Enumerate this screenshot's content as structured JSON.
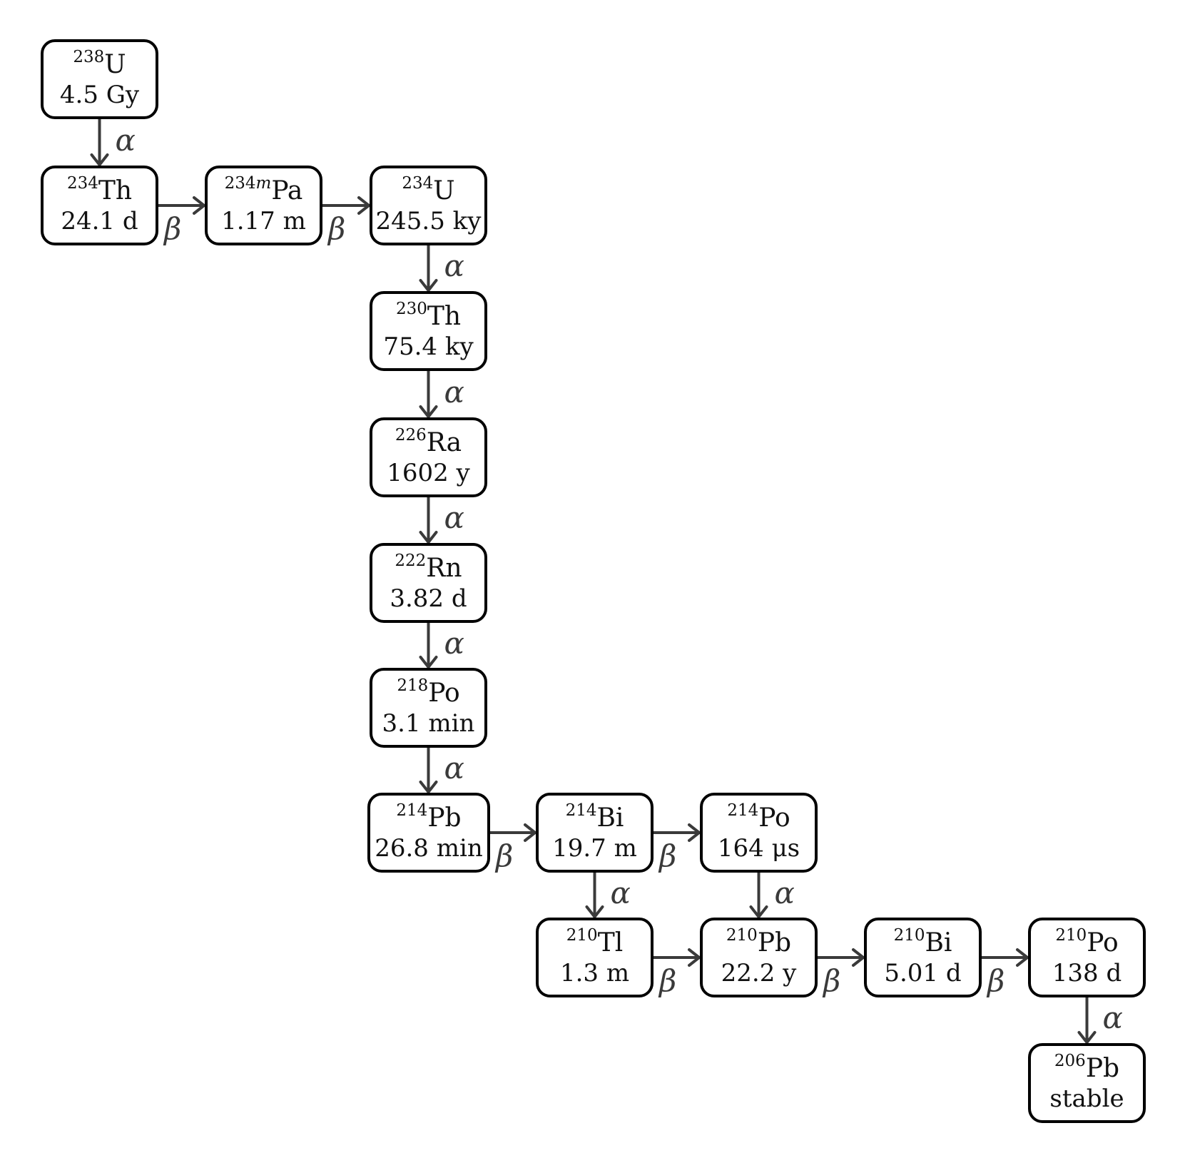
{
  "nodes": [
    {
      "id": "u238",
      "mass": "238",
      "element": "U",
      "halflife": "4.5 Gy"
    },
    {
      "id": "th234",
      "mass": "234",
      "element": "Th",
      "halflife": "24.1 d"
    },
    {
      "id": "pa234m",
      "mass": "234m",
      "element": "Pa",
      "halflife": "1.17 m"
    },
    {
      "id": "u234",
      "mass": "234",
      "element": "U",
      "halflife": "245.5 ky"
    },
    {
      "id": "th230",
      "mass": "230",
      "element": "Th",
      "halflife": "75.4 ky"
    },
    {
      "id": "ra226",
      "mass": "226",
      "element": "Ra",
      "halflife": "1602 y"
    },
    {
      "id": "rn222",
      "mass": "222",
      "element": "Rn",
      "halflife": "3.82 d"
    },
    {
      "id": "po218",
      "mass": "218",
      "element": "Po",
      "halflife": "3.1 min"
    },
    {
      "id": "pb214",
      "mass": "214",
      "element": "Pb",
      "halflife": "26.8 min"
    },
    {
      "id": "bi214",
      "mass": "214",
      "element": "Bi",
      "halflife": "19.7 m"
    },
    {
      "id": "po214",
      "mass": "214",
      "element": "Po",
      "halflife": "164 μs"
    },
    {
      "id": "tl210",
      "mass": "210",
      "element": "Tl",
      "halflife": "1.3 m"
    },
    {
      "id": "pb210",
      "mass": "210",
      "element": "Pb",
      "halflife": "22.2 y"
    },
    {
      "id": "bi210",
      "mass": "210",
      "element": "Bi",
      "halflife": "5.01 d"
    },
    {
      "id": "po210",
      "mass": "210",
      "element": "Po",
      "halflife": "138 d"
    },
    {
      "id": "pb206",
      "mass": "206",
      "element": "Pb",
      "halflife": "stable"
    }
  ],
  "edges": [
    {
      "from": "u238",
      "to": "th234",
      "decay": "α"
    },
    {
      "from": "th234",
      "to": "pa234m",
      "decay": "β"
    },
    {
      "from": "pa234m",
      "to": "u234",
      "decay": "β"
    },
    {
      "from": "u234",
      "to": "th230",
      "decay": "α"
    },
    {
      "from": "th230",
      "to": "ra226",
      "decay": "α"
    },
    {
      "from": "ra226",
      "to": "rn222",
      "decay": "α"
    },
    {
      "from": "rn222",
      "to": "po218",
      "decay": "α"
    },
    {
      "from": "po218",
      "to": "pb214",
      "decay": "α"
    },
    {
      "from": "pb214",
      "to": "bi214",
      "decay": "β"
    },
    {
      "from": "bi214",
      "to": "po214",
      "decay": "β"
    },
    {
      "from": "bi214",
      "to": "tl210",
      "decay": "α"
    },
    {
      "from": "po214",
      "to": "pb210",
      "decay": "α"
    },
    {
      "from": "tl210",
      "to": "pb210",
      "decay": "β"
    },
    {
      "from": "pb210",
      "to": "bi210",
      "decay": "β"
    },
    {
      "from": "bi210",
      "to": "po210",
      "decay": "β"
    },
    {
      "from": "po210",
      "to": "pb206",
      "decay": "α"
    }
  ],
  "colors": {
    "node_border": "#000000",
    "arrow": "#3a3a3a",
    "label": "#3a3a3a"
  }
}
